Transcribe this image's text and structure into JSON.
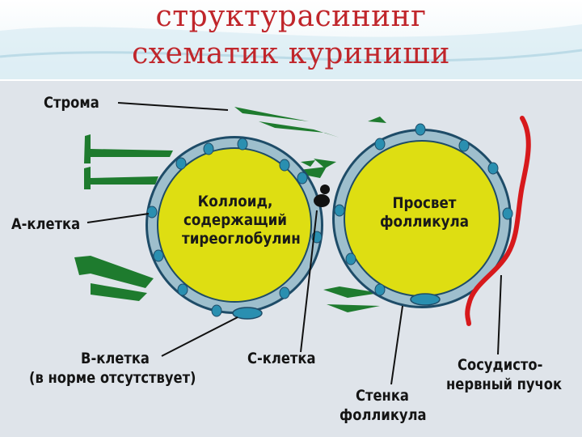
{
  "slide": {
    "title_line1": "структурасининг",
    "title_line2": "схематик куриниши"
  },
  "diagram": {
    "colloid_text": [
      "Коллоид,",
      "содержащий",
      "тиреоглобулин"
    ],
    "lumen_text": [
      "Просвет",
      "фолликула"
    ],
    "labels": {
      "stroma": "Строма",
      "a_cell": "А-клетка",
      "b_cell": "В-клетка",
      "b_cell_note": "(в норме отсутствует)",
      "c_cell": "С-клетка",
      "wall_line1": "Стенка",
      "wall_line2": "фолликула",
      "bundle_line1": "Сосудисто-",
      "bundle_line2": "нервный пучок"
    }
  },
  "colors": {
    "title": "#c0262b",
    "colloid": "#dede12",
    "follicle_wall": "#9ebfcd",
    "cell_nucleus": "#2a8fb0",
    "stroma": "#1e7b2e",
    "vessel": "#d7191c",
    "panel_background": "#dfe4ea"
  }
}
